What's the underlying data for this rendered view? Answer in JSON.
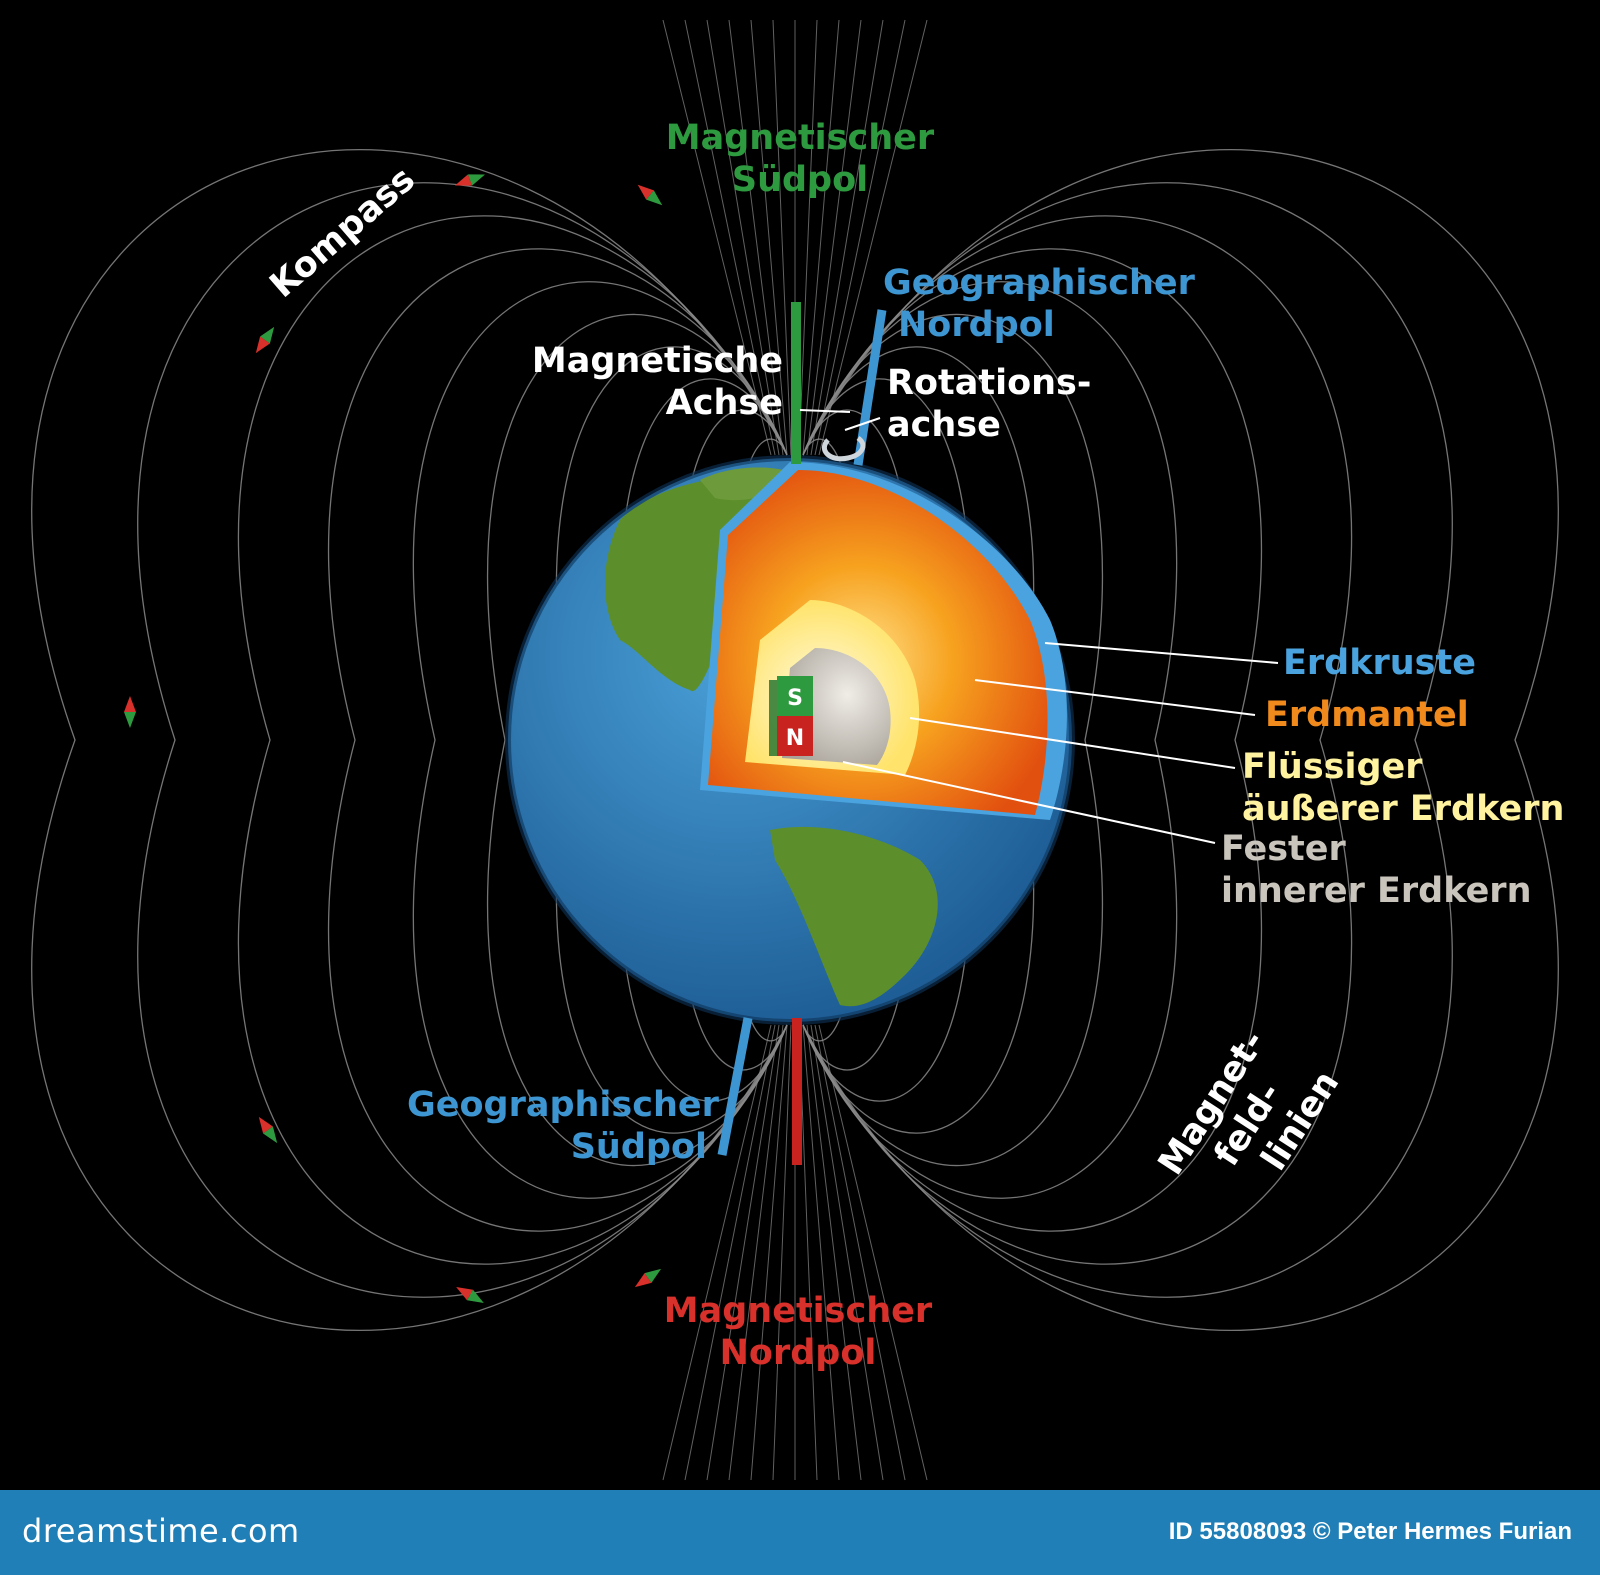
{
  "colors": {
    "background": "#000000",
    "field_line": "#8a8a8a",
    "magnetic_south_pole": "#2e9a3f",
    "magnetic_north_pole": "#d8302a",
    "geographic_pole": "#3d96d2",
    "white_label": "#ffffff",
    "crust": "#4aa3de",
    "mantle": "#f08a1c",
    "outer_core": "#fff3a0",
    "inner_core": "#c9c4bc",
    "footer": "#1f7fb6",
    "ocean": "#2a7fbd",
    "land": "#5c8f2c"
  },
  "labels": {
    "magnetic_south_pole": [
      "Magnetischer",
      "Südpol"
    ],
    "geographic_north_pole": [
      "Geographischer",
      "Nordpol"
    ],
    "magnetic_axis": [
      "Magnetische",
      "Achse"
    ],
    "rotation_axis": [
      "Rotations-",
      "achse"
    ],
    "compass": "Kompass",
    "crust": "Erdkruste",
    "mantle": "Erdmantel",
    "outer_core": [
      "Flüssiger",
      "äußerer Erdkern"
    ],
    "inner_core": [
      "Fester",
      "innerer Erdkern"
    ],
    "geographic_south_pole": [
      "Geographischer",
      "Südpol"
    ],
    "field_lines": [
      "Magnet-",
      "feld-",
      "linien"
    ],
    "magnetic_north_pole": [
      "Magnetischer",
      "Nordpol"
    ],
    "magnet_s": "S",
    "magnet_n": "N"
  },
  "footer": {
    "logo": "dreamstime.com",
    "id_credit": "ID 55808093 © Peter Hermes Furian"
  },
  "icons": {
    "compass_needle": "compass-needle-icon",
    "bar_magnet": "bar-magnet-icon",
    "rotation_arrow": "rotation-arrow-icon"
  }
}
